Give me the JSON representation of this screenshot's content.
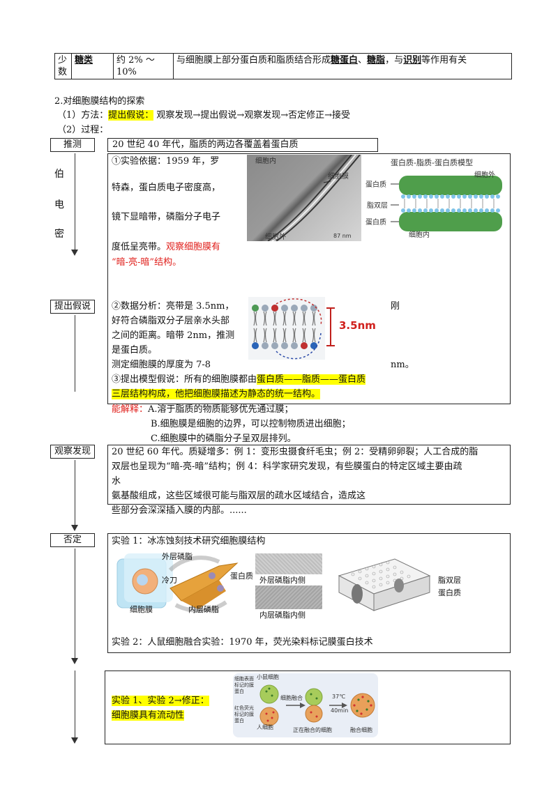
{
  "table": {
    "col1": "少数",
    "col2": "糖类",
    "col3": "约 2% ～10%",
    "col4_pre": "与细胞膜上部分蛋白质和脂质结合形成",
    "col4_b1": "糖蛋白",
    "col4_sep1": "、",
    "col4_b2": "糖脂",
    "col4_sep2": "，与",
    "col4_b3": "识别",
    "col4_post": "等作用有关"
  },
  "section": {
    "heading": "2.对细胞膜结构的探索",
    "method_prefix": "（1）方法：",
    "method_hl": "提出假说：",
    "method_text": " 观察发现→提出假说→观察发现→否定修正→接受",
    "process": "（2）过程："
  },
  "labels": {
    "guess": "推测",
    "hypothesis": "提出假说",
    "observe": "观察发现",
    "negate": "否定",
    "robertson": [
      "伯",
      "电",
      "密"
    ]
  },
  "guess_box": "20 世纪 40 年代，脂质的两边各覆盖着蛋白质",
  "evidence": {
    "line1": "①实验依据：1959 年，罗",
    "line2": "特森，蛋白质电子密度高，",
    "line3": "镜下显暗带，磷脂分子电子",
    "line4_pre": "度低呈亮带。",
    "line4_red": "观察细胞膜有",
    "line5_red": "“暗-亮-暗”结构。",
    "em_top": "细胞内",
    "em_membrane": "细胞膜",
    "em_bottom": "细胞外",
    "em_scale": "87 nm",
    "model_title": "蛋白质-脂质-蛋白质模型",
    "model_out": "细胞外",
    "model_protein_top": "蛋白质",
    "model_lipid": "脂双层",
    "model_protein_bottom": "蛋白质",
    "model_in": "细胞内"
  },
  "analysis": {
    "line1": "②数据分析：亮带是 3.5nm，",
    "line1_end": "刚",
    "line2": "好符合磷脂双分子层亲水头部",
    "line3": "之间的距离。暗带 2nm，推测",
    "line4": "是蛋白质。",
    "line5": "测定细胞膜的厚度为 7-8",
    "line5_end": "nm。",
    "measure": "3.5nm",
    "hyp_pre": "③提出模型假说：所有的细胞膜都由",
    "hyp_hl1": "蛋白质——脂质——蛋白质",
    "hyp_hl2": "三层结构构成，他把细胞膜描述为静态的统一结构。"
  },
  "explain": {
    "prefix": "能解释：",
    "a": "A.溶于脂质的物质能够优先通过膜；",
    "b": "B.细胞膜是细胞的边界，可以控制物质进出细胞；",
    "c": "C.细胞膜中的磷脂分子呈双层排列。"
  },
  "observe_box": {
    "line1": "20 世纪 60 年代。质疑增多：例 1：变形虫摄食纤毛虫；例 2：受精卵卵裂；人工合成的脂",
    "line2": "双层也呈现为“暗-亮-暗”结构；例 4：科学家研究发现，有些膜蛋白的特定区域主要由疏",
    "line3": "水",
    "line4": "氨基酸组成，这些区域很可能与脂双层的疏水区域结合，造成这",
    "line5": "些部分会深深插入膜的内部。......"
  },
  "negate_box": {
    "exp1": "实验 1：冰冻蚀刻技术研究细胞膜结构",
    "outer_lipid": "外层磷脂",
    "knife": "冷刀",
    "protein": "蛋白质",
    "membrane": "细胞膜",
    "inner_lipid": "内层磷脂",
    "outer_inner": "外层磷脂内侧",
    "inner_inner": "内层磷脂内侧",
    "bilayer": "脂双层",
    "protein2": "蛋白质",
    "exp2": "实验 2：人鼠细胞融合实验：1970 年，荧光染料标记膜蛋白技术"
  },
  "revise_box": {
    "line1": "实验 1、实验 2→修正：",
    "line2": "细胞膜具有流动性",
    "green_label": "细胞表面标记的膜蛋白",
    "red_label": "红色荧光标记的膜蛋白",
    "mouse": "小鼠细胞",
    "human": "人细胞",
    "fusion": "细胞融合",
    "temp": "37℃",
    "time": "40min",
    "fusing": "正在融合的细胞",
    "fused": "融合细胞"
  }
}
